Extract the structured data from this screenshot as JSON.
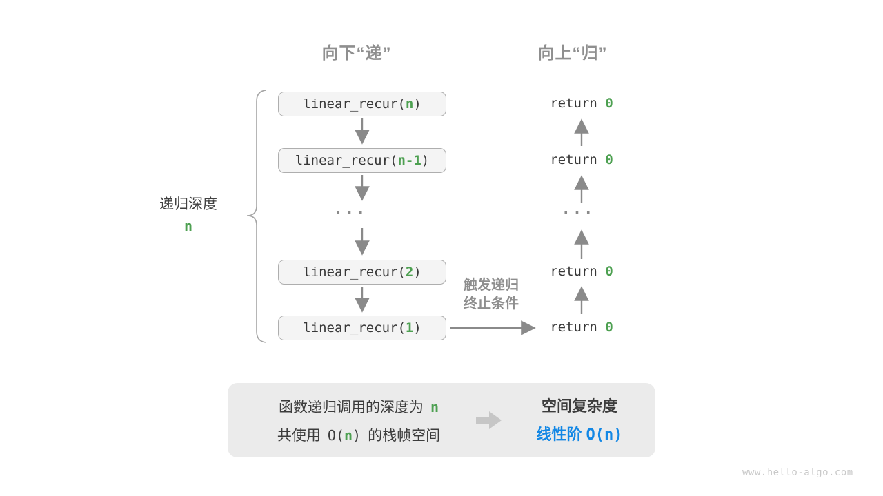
{
  "colors": {
    "green_accent": "#4DA051",
    "blue_accent": "#1287E5",
    "gray_header": "#8F8F8F",
    "dark_text": "#3C3C3C",
    "code_text": "#383838",
    "arrow_gray": "#8A8A8A",
    "box_bg": "#F4F4F4",
    "box_border": "#AEAEAE",
    "summary_bg": "#EBEBEB",
    "big_arrow_gray": "#C6C6C6",
    "watermark_gray": "#C9C9C9"
  },
  "headers": {
    "descend": "向下“递”",
    "ascend": "向上“归”"
  },
  "depth": {
    "label": "递归深度",
    "value": "n"
  },
  "calls": [
    {
      "prefix": "linear_recur(",
      "arg": "n",
      "suffix": ")"
    },
    {
      "prefix": "linear_recur(",
      "arg": "n-1",
      "suffix": ")"
    },
    {
      "prefix": "linear_recur(",
      "arg": "2",
      "suffix": ")"
    },
    {
      "prefix": "linear_recur(",
      "arg": "1",
      "suffix": ")"
    }
  ],
  "returns": [
    {
      "keyword": "return ",
      "value": "0"
    },
    {
      "keyword": "return ",
      "value": "0"
    },
    {
      "keyword": "return ",
      "value": "0"
    },
    {
      "keyword": "return ",
      "value": "0"
    }
  ],
  "ellipsis": "...",
  "termination_note": {
    "line1": "触发递归",
    "line2": "终止条件"
  },
  "summary": {
    "line1_text": "函数递归调用的深度为",
    "line1_value": "n",
    "line2_pre": "共使用",
    "line2_o_open": "O(",
    "line2_value": "n",
    "line2_o_close": ")",
    "line2_post": "的栈帧空间",
    "right_title": "空间复杂度",
    "right_label": "线性阶",
    "right_value": "O(n)"
  },
  "watermark": "www.hello-algo.com"
}
